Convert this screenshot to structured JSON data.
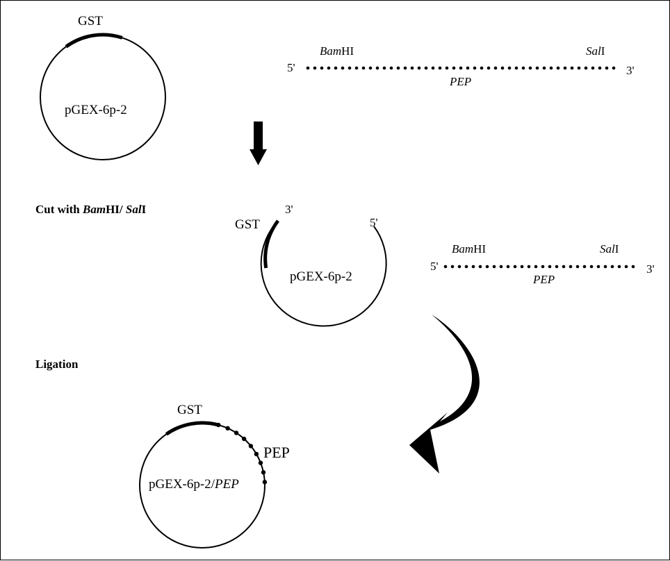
{
  "figure": {
    "top": {
      "vector_label": "pGEX-6p-2",
      "gst_label": "GST",
      "insert": {
        "five_prime": "5'",
        "three_prime": "3'",
        "left_site_italic": "Bam",
        "left_site_roman": "HI",
        "right_site_italic": "Sal",
        "right_site_roman": "I",
        "gene_label": "PEP"
      }
    },
    "cut": {
      "step_label_1": "Cut with ",
      "step_label_italic_1": "Bam",
      "step_label_2": "HI/ ",
      "step_label_italic_2": "Sal",
      "step_label_3": "I",
      "vector_label": "pGEX-6p-2",
      "gst_label": "GST",
      "vector_three_prime": "3'",
      "vector_five_prime": "5'",
      "insert": {
        "five_prime": "5'",
        "three_prime": "3'",
        "left_site_italic": "Bam",
        "left_site_roman": "HI",
        "right_site_italic": "Sal",
        "right_site_roman": "I",
        "gene_label": "PEP"
      }
    },
    "ligation": {
      "step_label": "Ligation",
      "vector_label_roman": "pGEX-6p-2/",
      "vector_label_italic": "PEP",
      "gst_label": "GST",
      "insert_label": "PEP"
    }
  }
}
